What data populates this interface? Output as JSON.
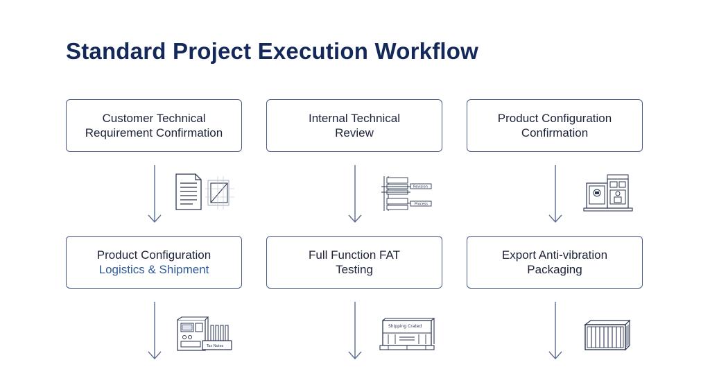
{
  "title": "Standard Project Execution Workflow",
  "steps": [
    {
      "line1": "Customer Technical",
      "line2": "Requirement Confirmation"
    },
    {
      "line1": "Internal Technical",
      "line2": "Review"
    },
    {
      "line1": "Product Configuration",
      "line2": "Confirmation"
    },
    {
      "line1": "Product Configuration",
      "line2": "Logistics & Shipment"
    },
    {
      "line1": "Full Function FAT",
      "line2": "Testing"
    },
    {
      "line1": "Export Anti-vibration",
      "line2": "Packaging"
    }
  ],
  "icons": {
    "review": {
      "label_top": "Revision",
      "label_bottom": "Process"
    },
    "logistics": {
      "label": "Tax Notes"
    },
    "testing": {
      "label": "Shipping Crated"
    }
  },
  "colors": {
    "title": "#14285a",
    "box_border": "#4a5a82",
    "text": "#1c2238",
    "arrow": "#5a6a90",
    "icon": "#2a3550"
  }
}
